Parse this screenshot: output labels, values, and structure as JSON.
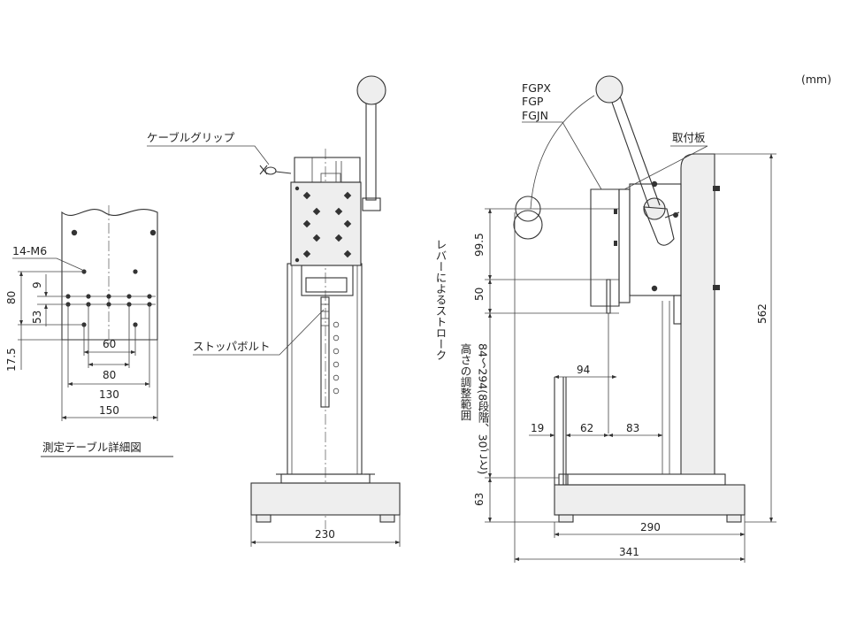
{
  "unit_label": "(mm)",
  "table_detail": {
    "caption": "測定テーブル詳細図",
    "hole_label": "14-M6",
    "dims": {
      "d60": "60",
      "d80h": "80",
      "d130": "130",
      "d150": "150",
      "d80v": "80",
      "d9": "9",
      "d53": "53",
      "d17_5": "17.5"
    }
  },
  "front_view": {
    "label_cable_grip": "ケーブルグリップ",
    "label_stopper_bolt": "ストッパボルト",
    "dim_width": "230"
  },
  "side_view": {
    "models": [
      "FGPX",
      "FGP",
      "FGJN"
    ],
    "label_mount_plate": "取付板",
    "label_lever_stroke": "レバーによるストローク",
    "label_height_range": "高さの調整範囲",
    "label_height_values": "84～294(8段階、30ごと)",
    "dims": {
      "d99_5": "99.5",
      "d50": "50",
      "d94": "94",
      "d19": "19",
      "d62": "62",
      "d83": "83",
      "d63": "63",
      "d290": "290",
      "d341": "341",
      "d562": "562"
    }
  }
}
